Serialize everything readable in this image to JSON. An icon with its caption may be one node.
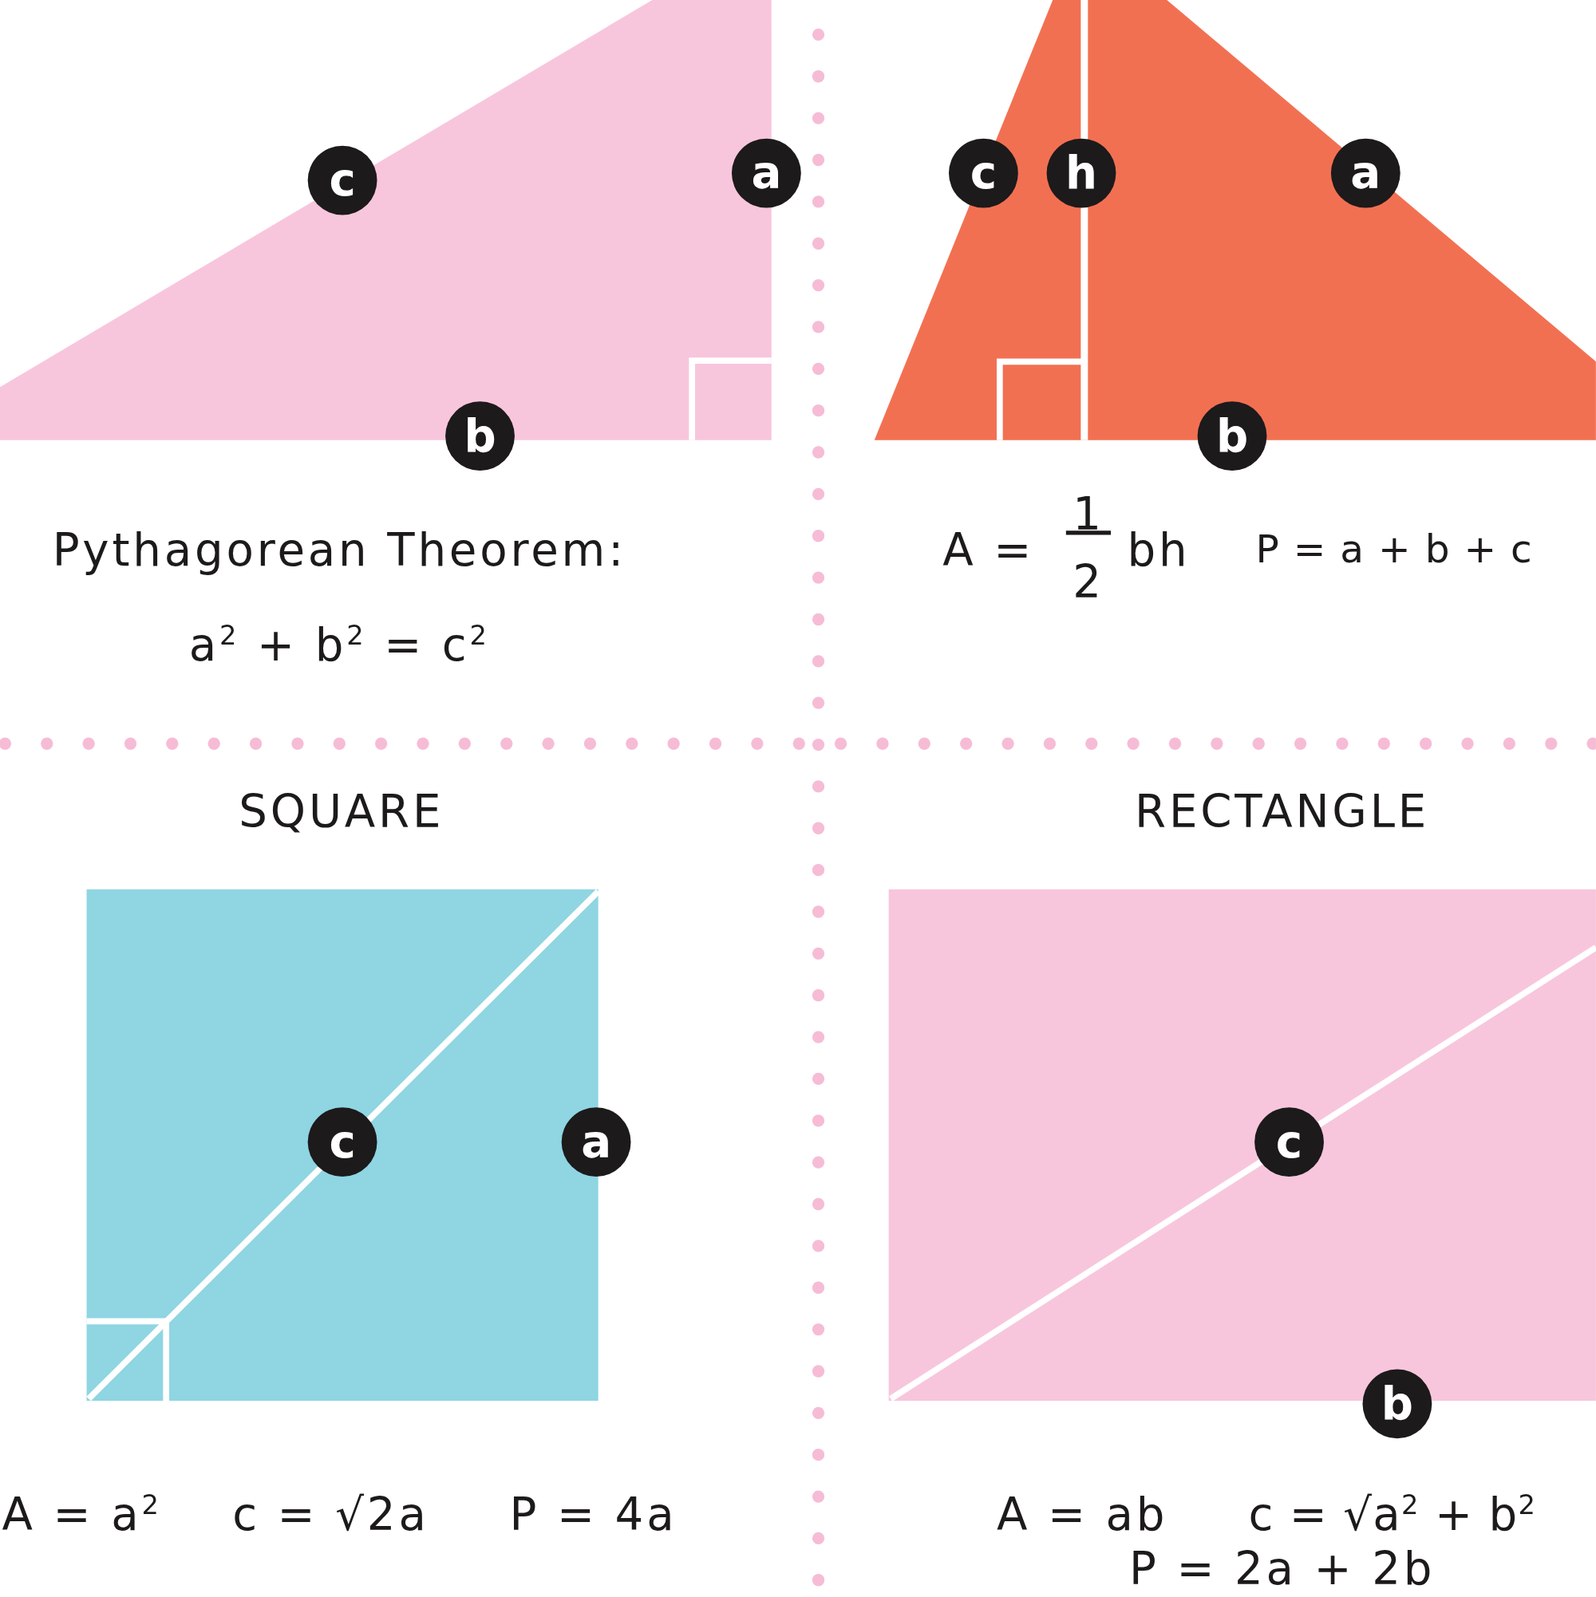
{
  "diagram": {
    "nodes": [
      {
        "text": [
          "c"
        ]
      },
      {
        "text": [
          "a"
        ]
      },
      {
        "text": [
          "b"
        ]
      },
      {
        "text": [
          "c"
        ]
      },
      {
        "text": [
          "h"
        ]
      },
      {
        "text": [
          "a"
        ]
      },
      {
        "text": [
          "b"
        ]
      },
      {
        "text": [
          "c"
        ]
      },
      {
        "text": [
          "a"
        ]
      },
      {
        "text": [
          "c"
        ]
      },
      {
        "text": [
          "b"
        ]
      }
    ],
    "labels": [
      "Pythagorean Theorem:",
      "A =",
      "1",
      "2",
      "bh",
      "P = a + b + c",
      "a$^{2}$ + b$^{2}$ = c$^{2}$",
      "SQUARE",
      "RECTANGLE",
      "A = a$^{2}$",
      "c = √2a",
      "P = 4a",
      "A = ab",
      "c = √a$^{2}$ + b$^{2}$",
      "P = 2a + 2b"
    ]
  }
}
